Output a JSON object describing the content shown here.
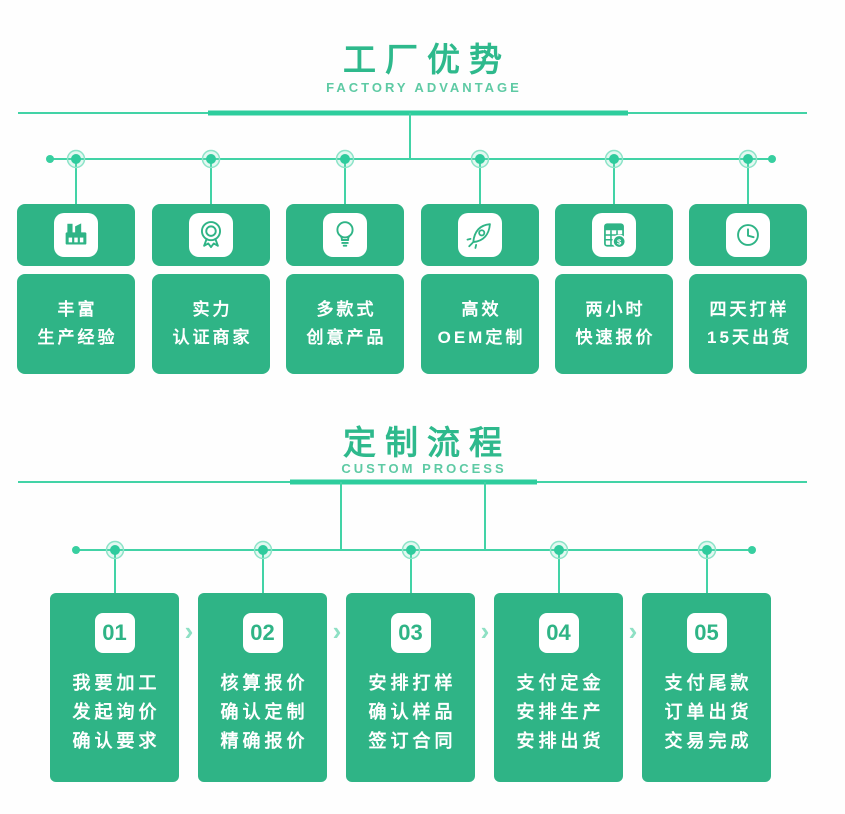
{
  "colors": {
    "card_green": "#2fb486",
    "line_green": "#42d3a6",
    "line_green_bold": "#2ecd9d",
    "dot_green": "#2fcb9d",
    "title_green": "#2eb98c",
    "subtitle_green": "#5ecaa4",
    "chevron_green": "#8ee0c4",
    "text_white": "#ffffff"
  },
  "sections": {
    "factory": {
      "title": "工厂优势",
      "subtitle": "FACTORY ADVANTAGE",
      "cards": [
        {
          "icon": "factory-icon",
          "line1": "丰富",
          "line2": "生产经验"
        },
        {
          "icon": "medal-icon",
          "line1": "实力",
          "line2": "认证商家"
        },
        {
          "icon": "bulb-icon",
          "line1": "多款式",
          "line2": "创意产品"
        },
        {
          "icon": "rocket-icon",
          "line1": "高效",
          "line2": "OEM定制"
        },
        {
          "icon": "calculator-icon",
          "line1": "两小时",
          "line2": "快速报价"
        },
        {
          "icon": "clock-icon",
          "line1": "四天打样",
          "line2": "15天出货"
        }
      ]
    },
    "process": {
      "title": "定制流程",
      "subtitle": "CUSTOM PROCESS",
      "arrow": "›",
      "steps": [
        {
          "number": "01",
          "lines": [
            "我要加工",
            "发起询价",
            "确认要求"
          ]
        },
        {
          "number": "02",
          "lines": [
            "核算报价",
            "确认定制",
            "精确报价"
          ]
        },
        {
          "number": "03",
          "lines": [
            "安排打样",
            "确认样品",
            "签订合同"
          ]
        },
        {
          "number": "04",
          "lines": [
            "支付定金",
            "安排生产",
            "安排出货"
          ]
        },
        {
          "number": "05",
          "lines": [
            "支付尾款",
            "订单出货",
            "交易完成"
          ]
        }
      ]
    }
  }
}
